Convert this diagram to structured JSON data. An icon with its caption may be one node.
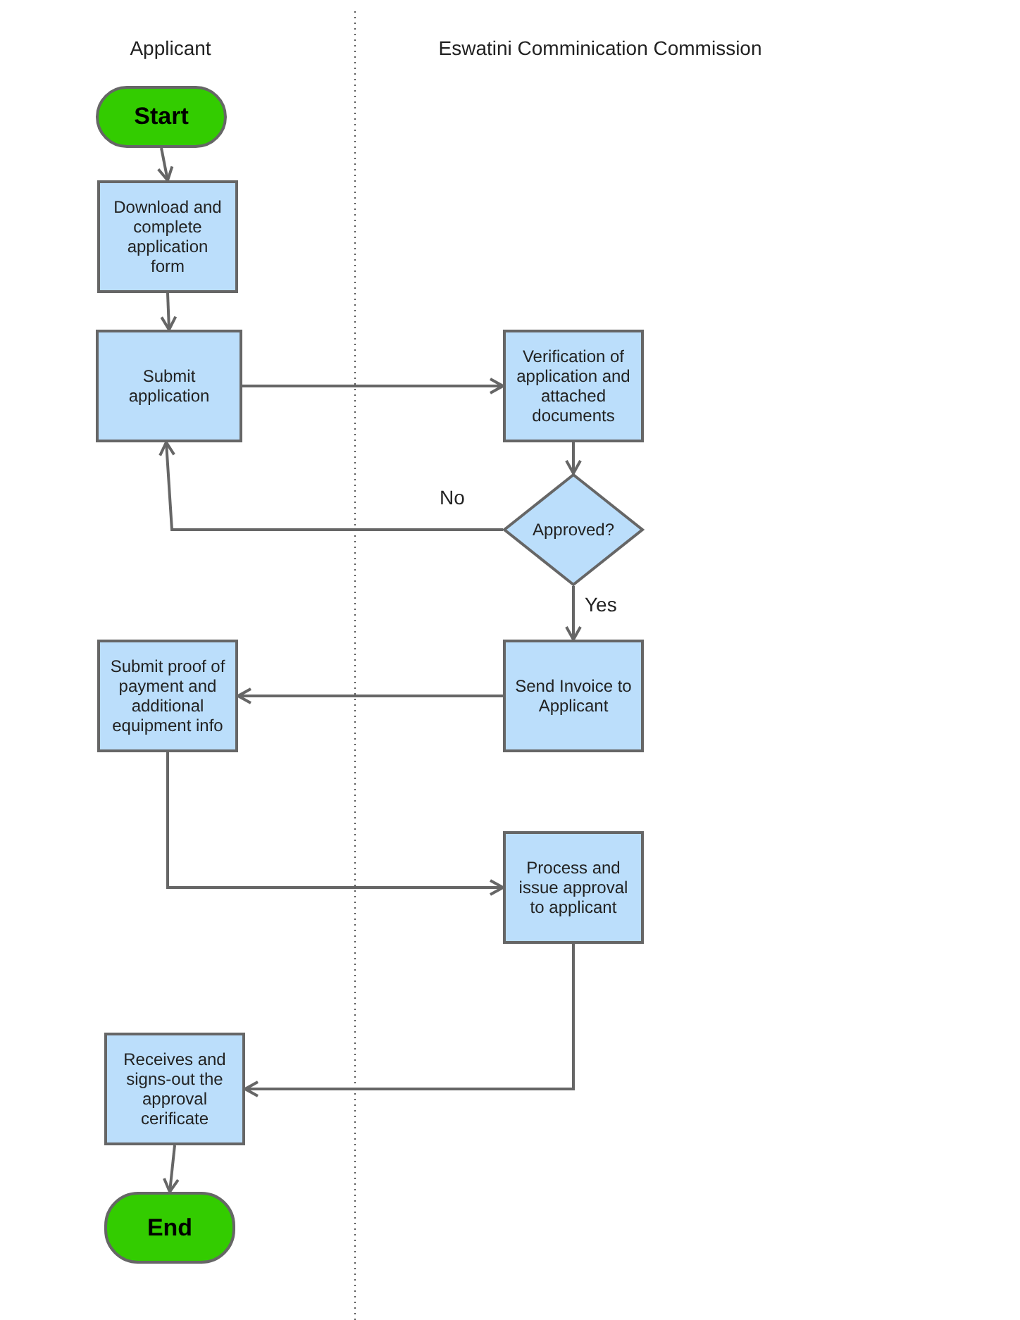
{
  "diagram": {
    "nodes": [
      {
        "text": [
          "Start"
        ]
      },
      {
        "text": [
          "Download and complete application form"
        ]
      },
      {
        "text": [
          "Submit application"
        ]
      },
      {
        "text": [
          "Verification of application and attached documents"
        ]
      },
      {
        "text": [
          "Approved?"
        ]
      },
      {
        "text": [
          "Send Invoice to Applicant"
        ]
      },
      {
        "text": [
          "Submit proof of payment and additional equipment info"
        ]
      },
      {
        "text": [
          "Process and issue approval to applicant"
        ]
      },
      {
        "text": [
          "Receives and signs-out the approval cerificate"
        ]
      },
      {
        "text": [
          "End"
        ]
      }
    ],
    "edges": [
      {
        "from": 0,
        "to": 1,
        "arrow": "to"
      },
      {
        "from": 1,
        "to": 2,
        "arrow": "to"
      },
      {
        "from": 2,
        "to": 3,
        "arrow": "to"
      },
      {
        "from": 3,
        "to": 4,
        "arrow": "to"
      },
      {
        "from": 4,
        "to": 2,
        "arrow": "to",
        "label": "No"
      },
      {
        "from": 4,
        "to": 5,
        "arrow": "to",
        "label": "Yes"
      },
      {
        "from": 5,
        "to": 6,
        "arrow": "to"
      },
      {
        "from": 6,
        "to": 7,
        "arrow": "to"
      },
      {
        "from": 7,
        "to": 8,
        "arrow": "to"
      },
      {
        "from": 8,
        "to": 9,
        "arrow": "to"
      }
    ],
    "labels": [
      "Applicant",
      "Eswatini Comminication Commission"
    ]
  }
}
